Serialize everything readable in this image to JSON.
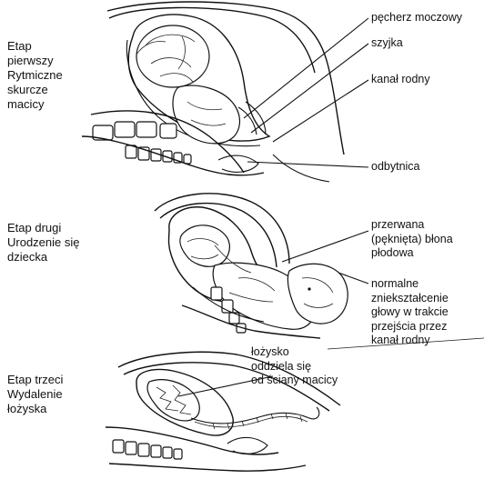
{
  "stages": [
    {
      "id": "stage-1",
      "label": "Etap\npierwszy\nRytmiczne\nskurcze\nmacicy",
      "callouts": [
        {
          "id": "bladder",
          "text": "pęcherz moczowy"
        },
        {
          "id": "cervix",
          "text": "szyjka"
        },
        {
          "id": "birth-canal",
          "text": "kanał rodny"
        },
        {
          "id": "rectum",
          "text": "odbytnica"
        }
      ]
    },
    {
      "id": "stage-2",
      "label": "Etap drugi\nUrodzenie się\ndziecka",
      "callouts": [
        {
          "id": "membrane",
          "text": "przerwana\n(pęknięta) błona\npłodowa"
        },
        {
          "id": "head-moulding",
          "text": "normalne\nzniekształcenie\ngłowy w trakcie\nprzejścia przez\nkanał rodny"
        }
      ]
    },
    {
      "id": "stage-3",
      "label": "Etap trzeci\nWydalenie\nłożyska",
      "callouts": [
        {
          "id": "placenta",
          "text": "łożysko\noddziela się\nod ściany macicy"
        }
      ]
    }
  ]
}
